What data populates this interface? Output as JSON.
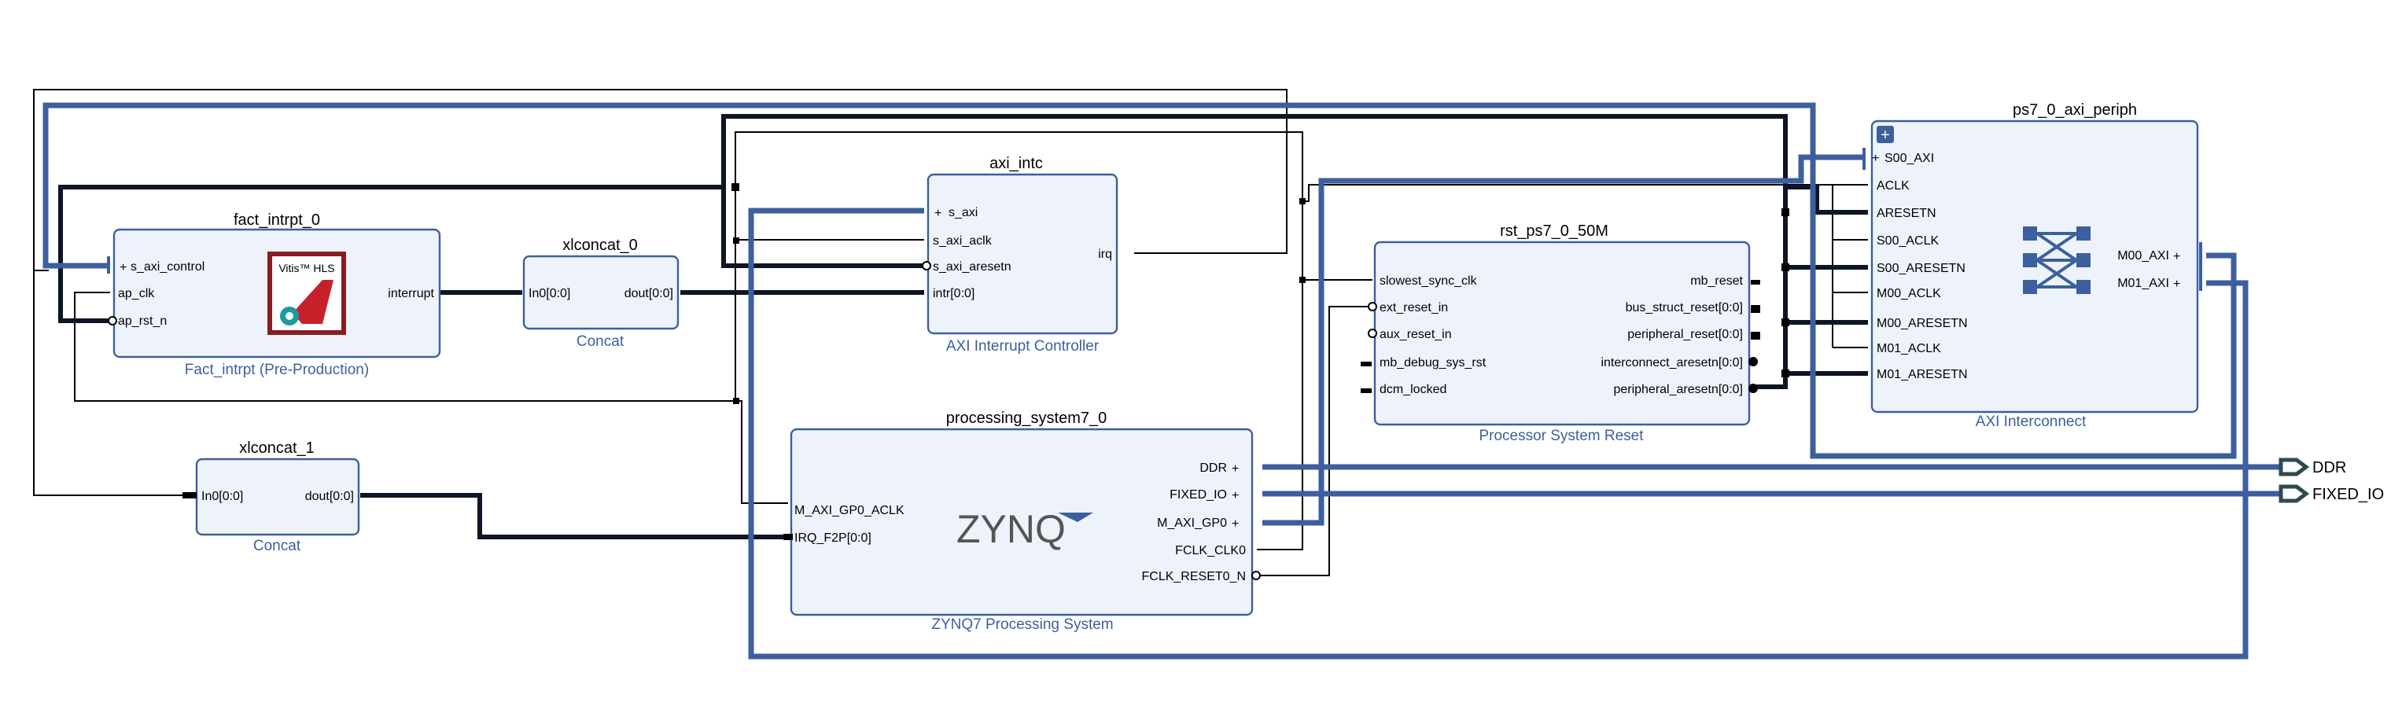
{
  "blocks": {
    "fact_intrpt": {
      "name": "fact_intrpt_0",
      "subtitle": "Fact_intrpt (Pre-Production)",
      "logo_text": "Vitis™ HLS",
      "ports_in": [
        "s_axi_control",
        "ap_clk",
        "ap_rst_n"
      ],
      "ports_out": [
        "interrupt"
      ]
    },
    "xlconcat_0": {
      "name": "xlconcat_0",
      "subtitle": "Concat",
      "port_in": "In0[0:0]",
      "port_out": "dout[0:0]"
    },
    "xlconcat_1": {
      "name": "xlconcat_1",
      "subtitle": "Concat",
      "port_in": "In0[0:0]",
      "port_out": "dout[0:0]"
    },
    "axi_intc": {
      "name": "axi_intc",
      "subtitle": "AXI Interrupt Controller",
      "ports_in": [
        "s_axi",
        "s_axi_aclk",
        "s_axi_aresetn",
        "intr[0:0]"
      ],
      "ports_out": [
        "irq"
      ]
    },
    "ps7": {
      "name": "processing_system7_0",
      "subtitle": "ZYNQ7 Processing System",
      "logo_text": "ZYNQ",
      "ports_in": [
        "M_AXI_GP0_ACLK",
        "IRQ_F2P[0:0]"
      ],
      "ports_out": [
        "DDR",
        "FIXED_IO",
        "M_AXI_GP0",
        "FCLK_CLK0",
        "FCLK_RESET0_N"
      ]
    },
    "rst": {
      "name": "rst_ps7_0_50M",
      "subtitle": "Processor System Reset",
      "ports_in": [
        "slowest_sync_clk",
        "ext_reset_in",
        "aux_reset_in",
        "mb_debug_sys_rst",
        "dcm_locked"
      ],
      "ports_out": [
        "mb_reset",
        "bus_struct_reset[0:0]",
        "peripheral_reset[0:0]",
        "interconnect_aresetn[0:0]",
        "peripheral_aresetn[0:0]"
      ]
    },
    "periph": {
      "name": "ps7_0_axi_periph",
      "subtitle": "AXI Interconnect",
      "ports_in": [
        "S00_AXI",
        "ACLK",
        "ARESETN",
        "S00_ACLK",
        "S00_ARESETN",
        "M00_ACLK",
        "M00_ARESETN",
        "M01_ACLK",
        "M01_ARESETN"
      ],
      "ports_out": [
        "M00_AXI",
        "M01_AXI"
      ]
    }
  },
  "external_ports": [
    "DDR",
    "FIXED_IO"
  ],
  "colors": {
    "block_fill": "#eef3fb",
    "block_border": "#3c5f9e",
    "bus": "#3c5f9e",
    "wire": "#000000",
    "subtitle": "#3c5f9e",
    "logo_red": "#c8202a"
  },
  "icons": {
    "plus": "plus-icon",
    "crossbar": "crossbar-icon",
    "vitis_logo": "vitis-hls-logo"
  }
}
